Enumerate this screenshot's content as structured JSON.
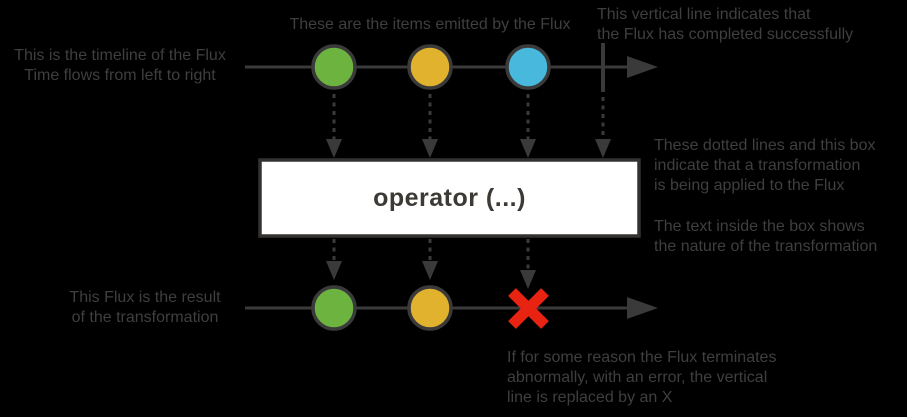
{
  "colors": {
    "background": "#000000",
    "line": "#3a3a3a",
    "text": "#3f3f41",
    "box_bg": "#ffffff",
    "box_border": "#343230",
    "box_text": "#3d3935",
    "item_green": "#6db340",
    "item_yellow": "#e0b22d",
    "item_blue": "#48b8dc",
    "error_red": "#e82311"
  },
  "annotations": {
    "timeline": "This is the timeline of the Flux\nTime flows from left to right",
    "items": "These are the items emitted by the Flux",
    "completion": "This vertical line indicates that\nthe Flux has completed successfully",
    "transformation": "These dotted lines and this box\nindicate that a transformation\nis being applied to the Flux",
    "box_meaning": "The text inside the box shows\nthe nature of the transformation",
    "result": "This Flux is the result\nof the transformation",
    "error": "If for some reason the Flux terminates\nabnormally, with an error, the vertical\nline is replaced by an X"
  },
  "operator_box": {
    "label": "operator (...)"
  },
  "marbles": {
    "source_items": [
      "green",
      "yellow",
      "blue"
    ],
    "source_terminal": "complete",
    "result_items": [
      "green",
      "yellow"
    ],
    "result_terminal": "error"
  }
}
